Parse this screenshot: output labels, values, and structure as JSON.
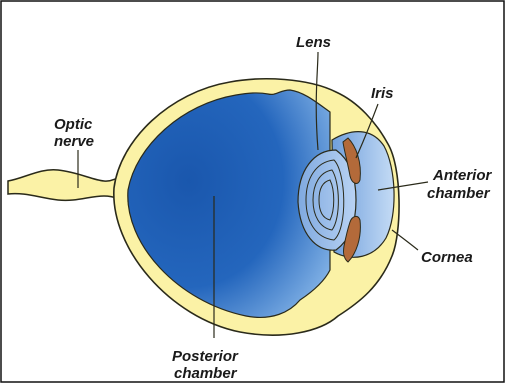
{
  "labels": {
    "lens": "Lens",
    "iris": "Iris",
    "optic_line1": "Optic",
    "optic_line2": "nerve",
    "anterior_line1": "Anterior",
    "anterior_line2": "chamber",
    "cornea": "Cornea",
    "posterior_line1": "Posterior",
    "posterior_line2": "chamber"
  },
  "colors": {
    "sclera": "#fbf2a6",
    "outline": "#2a2a1a",
    "vitreous_dark": "#1f5fb4",
    "vitreous_light": "#7fb0e6",
    "iris": "#b36a3a",
    "lens": "#a9c8ee"
  }
}
